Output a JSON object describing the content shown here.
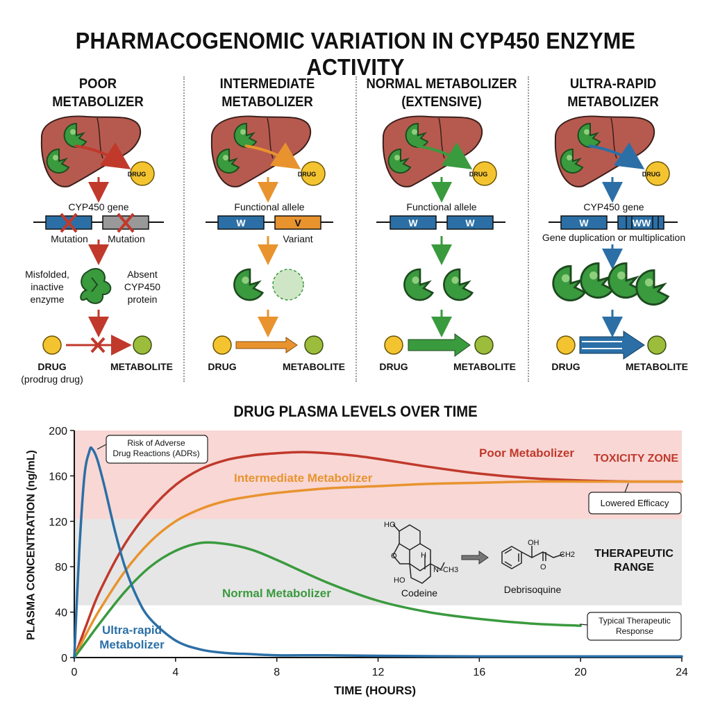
{
  "title": "PHARMACOGENOMIC VARIATION IN CYP450 ENZYME ACTIVITY",
  "columns": [
    {
      "heading_l1": "POOR",
      "heading_l2": "METABOLIZER",
      "drug_badge": "DRUG",
      "gene_label": "CYP450 gene",
      "allele_note_left": "Mutation",
      "allele_note_right": "Mutation",
      "enzyme_left": "Misfolded, inactive enzyme",
      "enzyme_right": "Absent CYP450 protein",
      "drug_label": "DRUG",
      "drug_sub": "(prodrug drug)",
      "metabolite_label": "METABOLITE",
      "color": "#c0392b"
    },
    {
      "heading_l1": "INTERMEDIATE",
      "heading_l2": "METABOLIZER",
      "drug_badge": "DRUG",
      "gene_label": "Functional allele",
      "allele_a": "W",
      "allele_b": "V",
      "allele_note_right": "Variant",
      "drug_label": "DRUG",
      "metabolite_label": "METABOLITE",
      "color": "#e8932e"
    },
    {
      "heading_l1": "NORMAL METABOLIZER",
      "heading_l2": "(EXTENSIVE)",
      "drug_badge": "DRUG",
      "gene_label": "Functional allele",
      "allele_a": "W",
      "allele_b": "W",
      "drug_label": "DRUG",
      "metabolite_label": "METABOLITE",
      "color": "#3a9a3e"
    },
    {
      "heading_l1": "ULTRA-RAPID",
      "heading_l2": "METABOLIZER",
      "drug_badge": "DRUG",
      "gene_label": "CYP450 gene",
      "allele_a": "W",
      "allele_b": "WW",
      "gene_note": "Gene duplication or multiplication",
      "drug_label": "DRUG",
      "metabolite_label": "METABOLITE",
      "color": "#2b6fa6"
    }
  ],
  "chart_data": {
    "type": "line",
    "title": "DRUG PLASMA LEVELS OVER TIME",
    "xlabel": "TIME (HOURS)",
    "ylabel": "PLASMA CONCENTRATION (ng/mL)",
    "xlim": [
      0,
      24
    ],
    "ylim": [
      0,
      200
    ],
    "xticks": [
      0,
      4,
      8,
      12,
      16,
      20,
      24
    ],
    "yticks": [
      0,
      40,
      80,
      120,
      160,
      200
    ],
    "zones": [
      {
        "name": "TOXICITY ZONE",
        "from": 122,
        "to": 200,
        "color": "#f8d7d5"
      },
      {
        "name": "THERAPEUTIC RANGE",
        "from": 46,
        "to": 122,
        "color": "#e6e6e6"
      }
    ],
    "series": [
      {
        "name": "Poor Metabolizer",
        "color": "#c0392b",
        "x": [
          0,
          0.5,
          1,
          2,
          3,
          4,
          5,
          6,
          7,
          8,
          9,
          10,
          11,
          12,
          14,
          16,
          18,
          20,
          22,
          24
        ],
        "y": [
          0,
          30,
          58,
          100,
          130,
          152,
          166,
          174,
          178,
          180,
          181,
          180,
          178,
          175,
          168,
          162,
          158,
          156,
          155,
          155
        ]
      },
      {
        "name": "Intermediate Metabolizer",
        "color": "#e8932e",
        "x": [
          0,
          0.5,
          1,
          2,
          3,
          4,
          5,
          6,
          7,
          8,
          10,
          12,
          14,
          16,
          18,
          20,
          22,
          24
        ],
        "y": [
          0,
          22,
          42,
          76,
          102,
          120,
          131,
          138,
          142,
          145,
          149,
          151,
          153,
          154,
          155,
          155,
          155,
          155
        ]
      },
      {
        "name": "Normal Metabolizer",
        "color": "#3a9a3e",
        "x": [
          0,
          0.5,
          1,
          2,
          3,
          4,
          5,
          6,
          7,
          8,
          10,
          12,
          14,
          16,
          18,
          20
        ],
        "y": [
          0,
          15,
          30,
          58,
          80,
          94,
          101,
          100,
          95,
          86,
          66,
          50,
          40,
          34,
          30,
          28
        ]
      },
      {
        "name": "Ultra-rapid Metabolizer",
        "color": "#2b6fa6",
        "x": [
          0,
          0.2,
          0.4,
          0.6,
          0.7,
          0.9,
          1.2,
          1.6,
          2,
          2.5,
          3,
          4,
          5,
          6,
          7,
          8,
          10,
          12,
          16,
          20,
          24
        ],
        "y": [
          0,
          95,
          160,
          182,
          184,
          175,
          150,
          112,
          80,
          52,
          34,
          15,
          7,
          4,
          3,
          2,
          2,
          1.5,
          1,
          1,
          1
        ]
      }
    ],
    "series_labels": {
      "poor": "Poor Metabolizer",
      "intermediate": "Intermediate Metabolizer",
      "normal": "Normal Metabolizer",
      "ultra_l1": "Ultra-rapid",
      "ultra_l2": "Metabolizer"
    },
    "annotations": [
      {
        "text_l1": "Risk of Adverse",
        "text_l2": "Drug Reactions (ADRs)"
      },
      {
        "text_l1": "Lowered Efficacy"
      },
      {
        "text_l1": "Typical Therapeutic",
        "text_l2": "Response"
      }
    ],
    "zone_labels": {
      "toxicity": "TOXICITY ZONE",
      "therapeutic_l1": "THERAPEUTIC",
      "therapeutic_l2": "RANGE"
    },
    "molecules": {
      "left": "Codeine",
      "right": "Debrisoquine",
      "codeine_labels": {
        "ho_top": "HO",
        "o": "O",
        "h": "H",
        "n": "N–CH3",
        "ho_bottom": "HO"
      },
      "debrisoquine_labels": {
        "oh": "OH",
        "o": "O",
        "ch2": "CH2"
      }
    }
  }
}
